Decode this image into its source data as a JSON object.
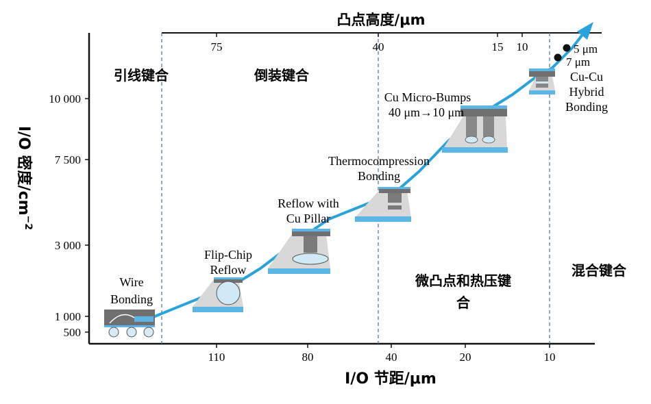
{
  "axes": {
    "top_title": "凸点高度/μm",
    "bottom_title": "I/O 节距/μm",
    "left_title_top": "I/O 密度/cm",
    "left_title_sup": "−2",
    "top_ticks": [
      "75",
      "40",
      "15",
      "10"
    ],
    "bottom_ticks": [
      "110",
      "80",
      "40",
      "20",
      "10"
    ],
    "left_ticks": [
      "10 000",
      "7 500",
      "3 000",
      "1 000",
      "500"
    ]
  },
  "regions": {
    "wire": "引线键合",
    "flip": "倒装键合",
    "micro_line1": "微凸点和热压键",
    "micro_line2": "合",
    "hybrid": "混合键合"
  },
  "stages": {
    "wire_l1": "Wire",
    "wire_l2": "Bonding",
    "flip_l1": "Flip-Chip",
    "flip_l2": "Reflow",
    "pillar_l1": "Reflow with",
    "pillar_l2": "Cu Pillar",
    "tc_l1": "Thermocompression",
    "tc_l2": "Bonding",
    "micro_l1": "Cu Micro-Bumps",
    "micro_l2": "40 μm→10 μm",
    "hyb_l1": "Cu-Cu",
    "hyb_l2": "Hybrid",
    "hyb_l3": "Bonding"
  },
  "markers": {
    "m1": "5 μm",
    "m2": "7 μm"
  },
  "colors": {
    "trend": "#29a3dc",
    "pad": "#5bb6e6",
    "grey_dark": "#6f6f6f",
    "grey_light": "#d8d8d8",
    "dash": "#5a7d9a"
  }
}
